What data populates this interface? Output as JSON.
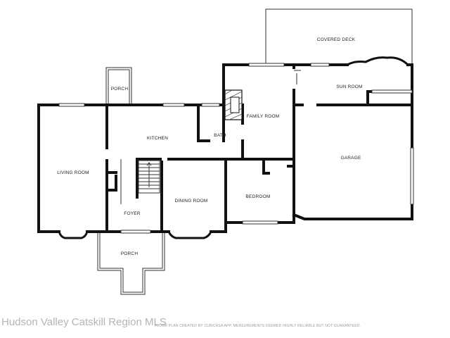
{
  "rooms": {
    "covered_deck": "COVERED DECK",
    "porch_top": "PORCH",
    "sun_room": "SUN ROOM",
    "family_room": "FAMILY ROOM",
    "kitchen": "KITCHEN",
    "bath": "BATH",
    "living_room": "LIVING ROOM",
    "garage": "GARAGE",
    "dining_room": "DINING ROOM",
    "bedroom": "BEDROOM",
    "foyer": "FOYER",
    "porch_bottom": "PORCH"
  },
  "footer": {
    "watermark": "Hudson Valley Catskill Region MLS",
    "disclaimer": "FLOOR PLAN CREATED BY CUBICASA APP. MEASUREMENTS DEEMED HIGHLY RELIABLE BUT NOT GUARANTEED."
  }
}
